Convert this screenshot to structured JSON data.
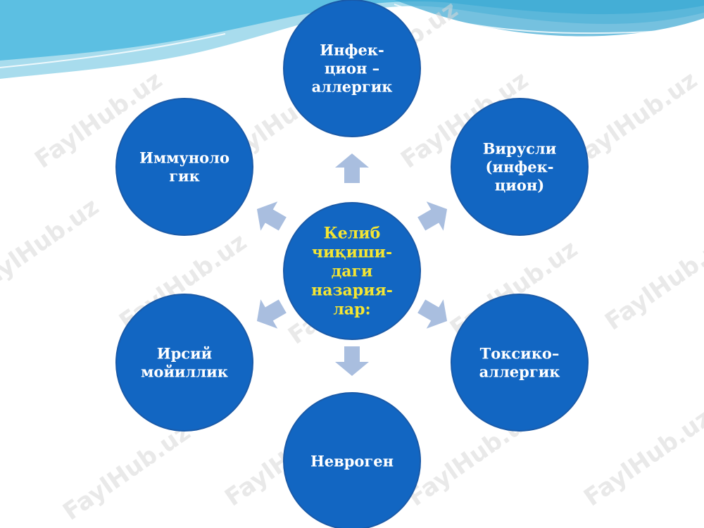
{
  "center": {
    "lines": [
      "Келиб",
      "чиқиши-",
      "даги",
      "назария-",
      "лар:"
    ]
  },
  "nodes": [
    {
      "id": "top",
      "lines": [
        "Инфек-",
        "цион –",
        "аллергик"
      ]
    },
    {
      "id": "upper-right",
      "lines": [
        "Вирусли",
        "(инфек-",
        "цион)"
      ]
    },
    {
      "id": "lower-right",
      "lines": [
        "Токсико–",
        "аллергик"
      ]
    },
    {
      "id": "bottom",
      "lines": [
        "Неврогeн"
      ]
    },
    {
      "id": "lower-left",
      "lines": [
        "Ирсий",
        "мойиллик"
      ]
    },
    {
      "id": "upper-left",
      "lines": [
        "Иммуноло",
        "гик"
      ]
    }
  ],
  "watermark": "FaylHub.uz",
  "colors": {
    "node_fill": "#1266c2",
    "node_stroke": "#1a5aa8",
    "center_text": "#f5e632",
    "node_text": "#ffffff",
    "arrow": "#a9bedf",
    "wave_dark": "#4bb4dc",
    "wave_light": "#a8dced"
  }
}
